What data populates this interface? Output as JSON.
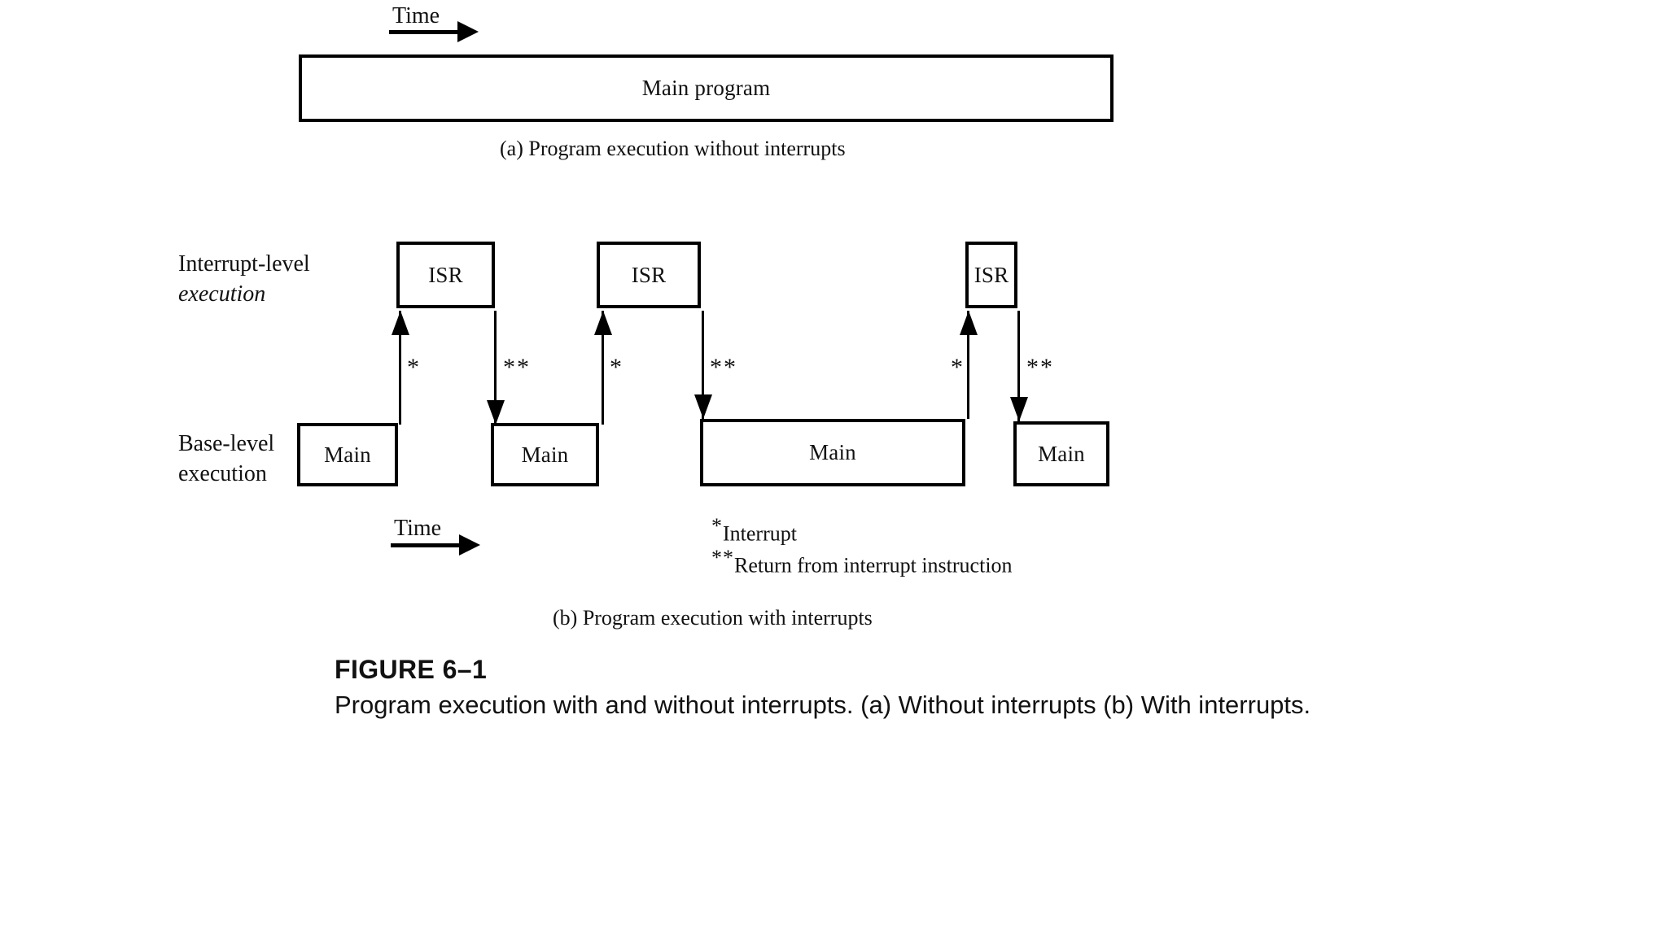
{
  "figure": {
    "title": "FIGURE 6–1",
    "description": "Program execution with and without interrupts. (a) Without interrupts (b) With interrupts."
  },
  "part_a": {
    "time_axis": {
      "label": "Time",
      "icon": "right-arrow-icon"
    },
    "main_program_box": {
      "label": "Main program"
    },
    "caption": "(a) Program execution without interrupts"
  },
  "part_b": {
    "caption": "(b) Program execution with interrupts",
    "time_axis": {
      "label": "Time",
      "icon": "right-arrow-icon"
    },
    "row_labels": {
      "interrupt_level": {
        "line1": "Interrupt-level",
        "line2": "execution"
      },
      "base_level": {
        "line1": "Base-level",
        "line2": "execution"
      }
    },
    "isr_boxes": [
      {
        "label": "ISR"
      },
      {
        "label": "ISR"
      },
      {
        "label": "ISR"
      }
    ],
    "main_boxes": [
      {
        "label": "Main"
      },
      {
        "label": "Main"
      },
      {
        "label": "Main"
      },
      {
        "label": "Main"
      }
    ],
    "arrows": [
      {
        "direction": "up",
        "mark": "*"
      },
      {
        "direction": "down",
        "mark": "**"
      },
      {
        "direction": "up",
        "mark": "*"
      },
      {
        "direction": "down",
        "mark": "**"
      },
      {
        "direction": "up",
        "mark": "*"
      },
      {
        "direction": "down",
        "mark": "**"
      }
    ],
    "legend": [
      {
        "mark": "*",
        "text": "Interrupt"
      },
      {
        "mark": "**",
        "text": "Return from interrupt instruction"
      }
    ]
  },
  "colors": {
    "ink": "#000000",
    "paper": "#ffffff"
  }
}
